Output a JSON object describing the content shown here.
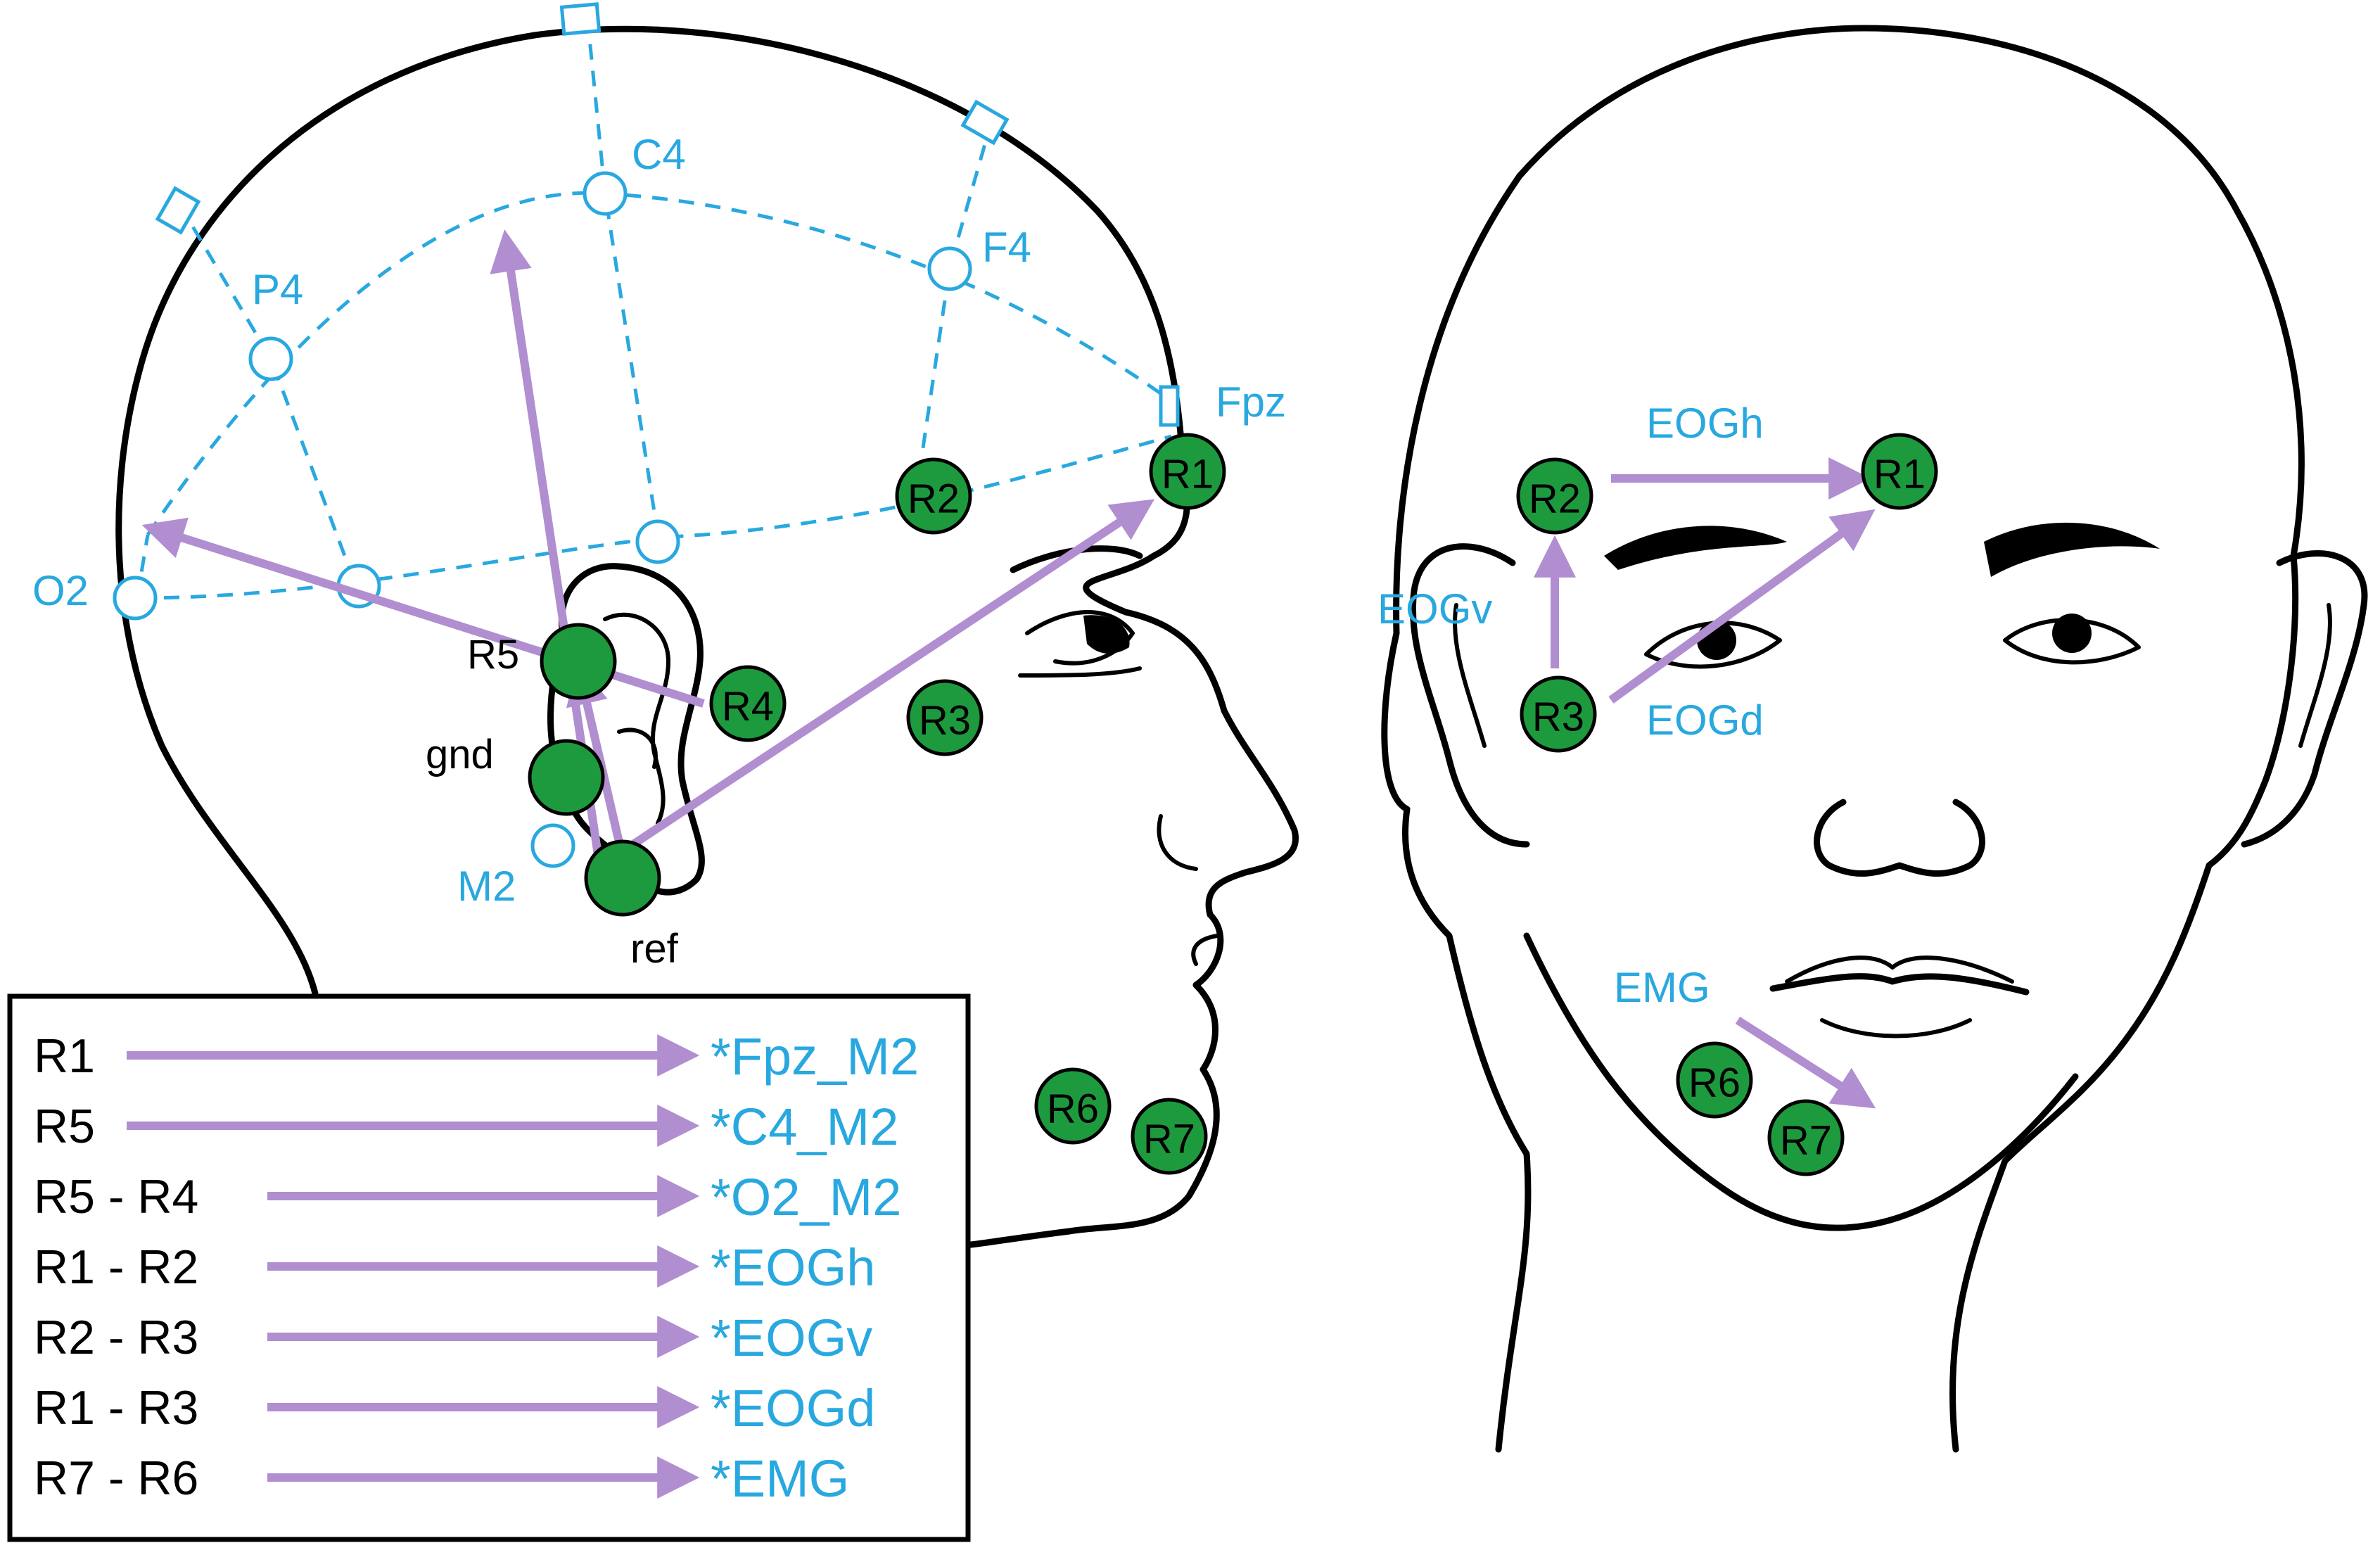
{
  "colors": {
    "electrode": "#1e9a3e",
    "arrow": "#b08ed0",
    "site": "#29a8e0",
    "outline": "#000000"
  },
  "side_view": {
    "site_labels": {
      "c4": "C4",
      "p4": "P4",
      "f4": "F4",
      "fpz": "Fpz",
      "o2": "O2",
      "m2": "M2"
    },
    "black_labels": {
      "r5": "R5",
      "gnd": "gnd",
      "ref": "ref"
    },
    "electrodes": {
      "r1": "R1",
      "r2": "R2",
      "r3": "R3",
      "r4": "R4",
      "r6": "R6",
      "r7": "R7"
    }
  },
  "front_view": {
    "electrodes": {
      "r1": "R1",
      "r2": "R2",
      "r3": "R3",
      "r6": "R6",
      "r7": "R7"
    },
    "derivation_labels": {
      "eogh": "EOGh",
      "eogv": "EOGv",
      "eogd": "EOGd",
      "emg": "EMG"
    }
  },
  "legend": {
    "rows": [
      {
        "source": "R1",
        "channel": "*Fpz_M2"
      },
      {
        "source": "R5",
        "channel": "*C4_M2"
      },
      {
        "source": "R5 - R4",
        "channel": "*O2_M2"
      },
      {
        "source": "R1 - R2",
        "channel": "*EOGh"
      },
      {
        "source": "R2 - R3",
        "channel": "*EOGv"
      },
      {
        "source": "R1 - R3",
        "channel": "*EOGd"
      },
      {
        "source": "R7 - R6",
        "channel": "*EMG"
      }
    ]
  }
}
